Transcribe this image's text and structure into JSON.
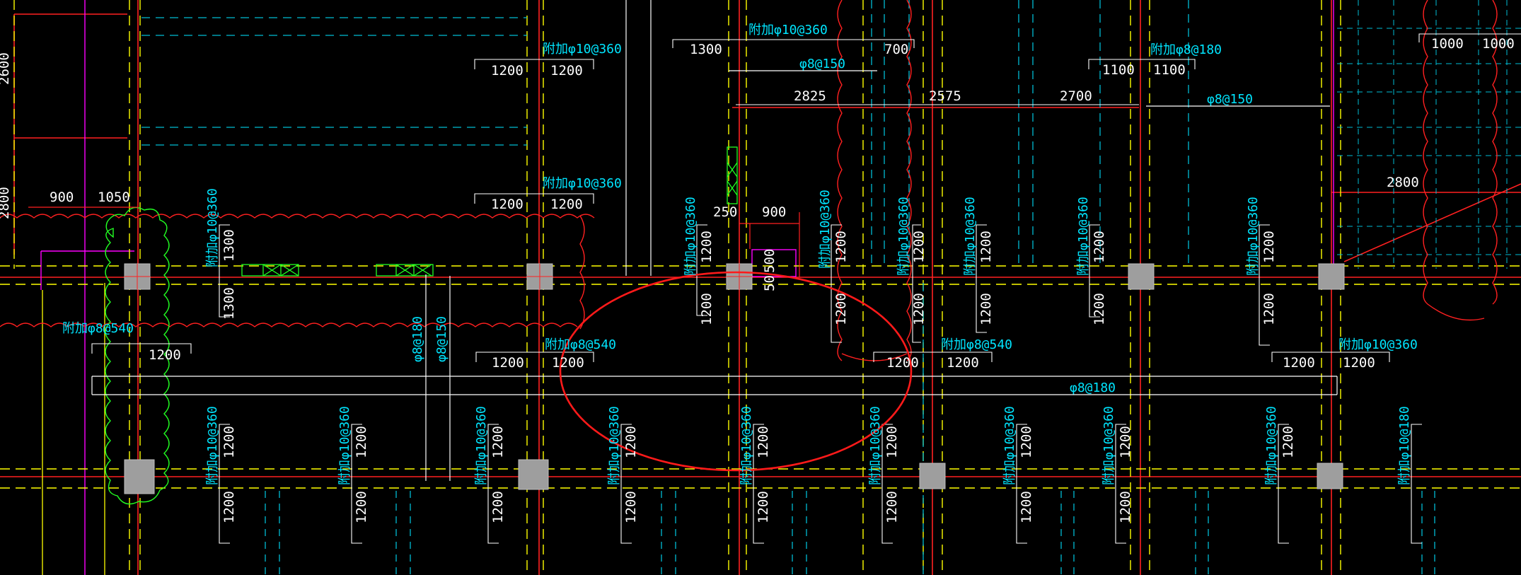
{
  "drawing": {
    "kind": "cad-slab-reinforcement-plan",
    "colors": {
      "background": "#000000",
      "grid_line": "#ff2020",
      "dim_text": "#ffffff",
      "rebar_text": "#00e5ff",
      "dashed_yellow": "#ffff00",
      "dashed_cyan": "#00bcd4",
      "column": "#9e9e9e",
      "cloud_red": "#ff2020",
      "cloud_green": "#22ff22",
      "magenta": "#ff00ff",
      "highlight_ellipse": "#ff1a1a"
    }
  },
  "dims": {
    "d2600": "2600",
    "d2800_left": "2800",
    "d900_top_left": "900",
    "d1050": "1050",
    "d1300_top": "1300",
    "d700": "700",
    "d2825": "2825",
    "d2575": "2575",
    "d2700": "2700",
    "d1100_a": "1100",
    "d1100_b": "1100",
    "d1000_a": "1000",
    "d1000_b": "1000",
    "d2800_right": "2800",
    "d250": "250",
    "d900_mid": "900",
    "d500": "500",
    "d50": "50",
    "d1300_v_a": "1300",
    "d1300_v_b": "1300",
    "d1200_list": [
      "1200",
      "1200",
      "1200",
      "1200",
      "1200",
      "1200",
      "1200",
      "1200",
      "1200",
      "1200",
      "1200",
      "1200",
      "1200",
      "1200",
      "1200",
      "1200",
      "1200",
      "1200",
      "1200",
      "1200",
      "1200",
      "1200",
      "1200",
      "1200",
      "1200",
      "1200",
      "1200",
      "1200",
      "1200",
      "1200",
      "1200",
      "1200",
      "1200",
      "1200",
      "1200",
      "1200",
      "1200",
      "1200",
      "1200",
      "1200"
    ]
  },
  "rebar": {
    "fj10_360": "附加φ10@360",
    "fj8_180": "附加φ8@180",
    "fj8_540": "附加φ8@540",
    "fj10_180": "附加φ10@180",
    "p8_150": "φ8@150",
    "p8_180": "φ8@180"
  }
}
